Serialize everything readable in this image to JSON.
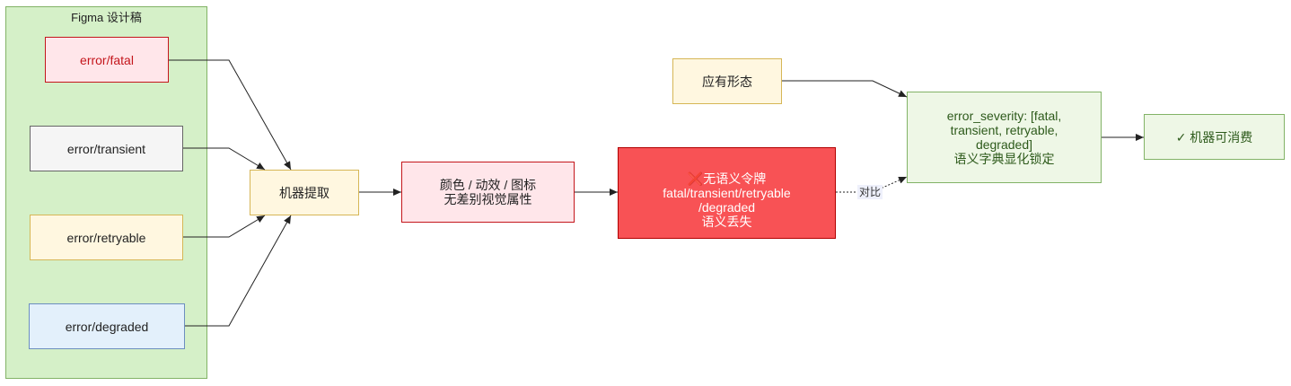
{
  "group": {
    "title": "Figma 设计稿",
    "tokens": [
      {
        "label": "error/fatal"
      },
      {
        "label": "error/transient"
      },
      {
        "label": "error/retryable"
      },
      {
        "label": "error/degraded"
      }
    ]
  },
  "extract": {
    "label": "机器提取"
  },
  "visual_attrs": {
    "label": "颜色 / 动效 / 图标\n无差别视觉属性"
  },
  "loss": {
    "icon": "❌",
    "label": "无语义令牌\nfatal/transient/retryable\n/degraded\n语义丢失"
  },
  "desired": {
    "label": "应有形态"
  },
  "dictionary": {
    "label": "error_severity: [fatal,\ntransient, retryable,\ndegraded]\n语义字典显化锁定"
  },
  "consumable": {
    "label": "✓ 机器可消费"
  },
  "compare_label": "对比",
  "colors": {
    "group_fill": "#d5f0c8",
    "group_stroke": "#82b366",
    "fatal_fill": "#ffe6ea",
    "fatal_stroke": "#c4161c",
    "transient_fill": "#f5f5f5",
    "transient_stroke": "#666666",
    "retryable_fill": "#fff7e0",
    "retryable_stroke": "#d6b656",
    "degraded_fill": "#e3f0fb",
    "degraded_stroke": "#6c8ebf",
    "loss_fill": "#f85255",
    "loss_stroke": "#b20000",
    "green_fill": "#eef7e6",
    "green_stroke": "#82b366"
  }
}
